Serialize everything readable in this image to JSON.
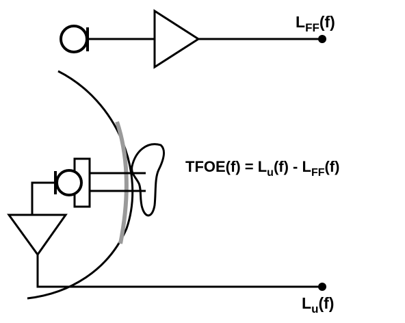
{
  "diagram": {
    "top_output": {
      "main": "L",
      "sub": "FF",
      "suffix": "(f)"
    },
    "bottom_output": {
      "main": "L",
      "sub": "u",
      "suffix": "(f)"
    },
    "equation": {
      "lhs": "TFOE(f) = ",
      "term1_main": "L",
      "term1_sub": "u",
      "term1_suffix": "(f) - ",
      "term2_main": "L",
      "term2_sub": "FF",
      "term2_suffix": "(f)"
    }
  },
  "colors": {
    "line": "#000000",
    "head_gray_arc": "#9a9a9a",
    "background": "#ffffff"
  }
}
